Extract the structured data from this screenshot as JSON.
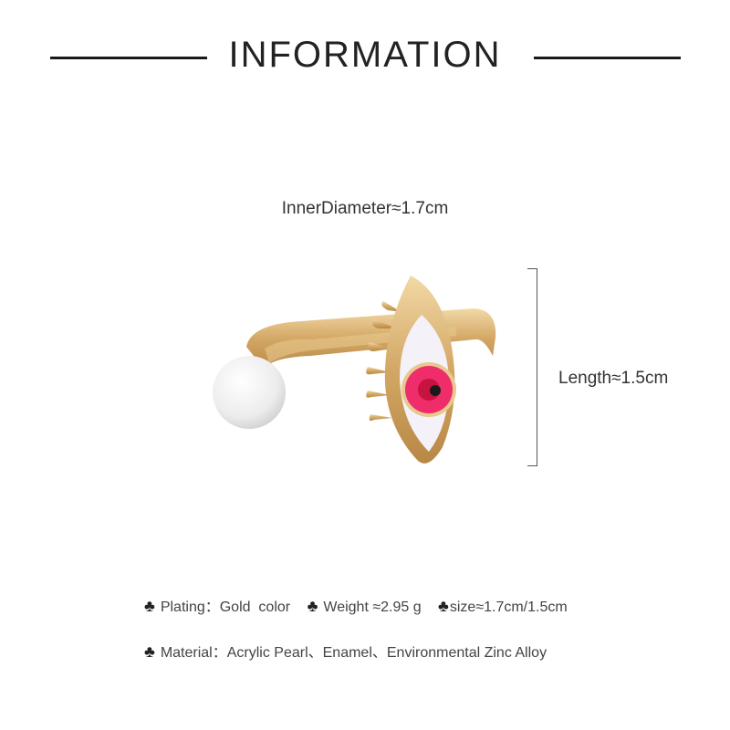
{
  "header": {
    "title": "INFORMATION"
  },
  "dimensions": {
    "inner_diameter": "InnerDiameter≈1.7cm",
    "length": "Length≈1.5cm"
  },
  "specs": {
    "bullet_icon": "club-icon",
    "bullet_glyph": "♣",
    "plating": "Plating：Gold  color",
    "weight": "Weight ≈2.95 g",
    "size": "size≈1.7cm/1.5cm",
    "material": "Material：Acrylic Pearl、Enamel、Environmental Zinc Alloy"
  },
  "colors": {
    "gold": "#d8b279",
    "enamel_white": "#f4f1f8",
    "iris_pink": "#ee2d6a",
    "pearl": "#f2f2f2"
  }
}
